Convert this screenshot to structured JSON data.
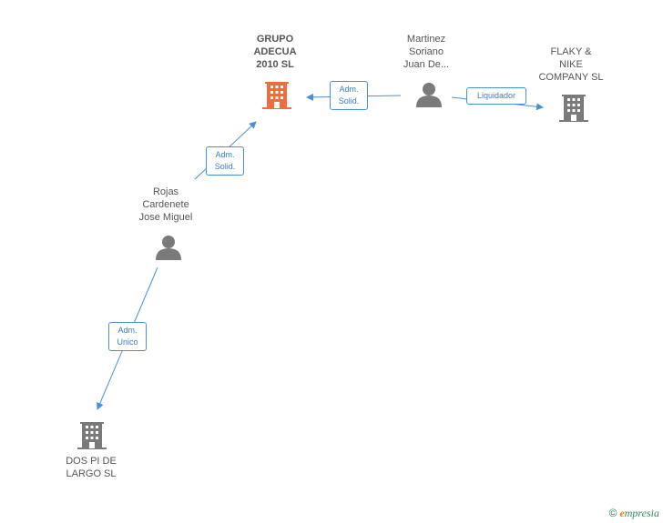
{
  "nodes": {
    "grupo_adecua": {
      "label": "GRUPO\nADECUA\n2010 SL",
      "kind": "company"
    },
    "martinez": {
      "label": "Martinez\nSoriano\nJuan De...",
      "kind": "person"
    },
    "flaky": {
      "label": "FLAKY &\nNIKE\nCOMPANY SL",
      "kind": "company"
    },
    "rojas": {
      "label": "Rojas\nCardenete\nJose Miguel",
      "kind": "person"
    },
    "dos_pi": {
      "label": "DOS PI DE\nLARGO SL",
      "kind": "company"
    }
  },
  "edges": {
    "martinez_grupo": {
      "label": "Adm.\nSolid."
    },
    "martinez_flaky": {
      "label": "Liquidador"
    },
    "rojas_grupo": {
      "label": "Adm.\nSolid."
    },
    "rojas_dospi": {
      "label": "Adm.\nUnico"
    }
  },
  "colors": {
    "focus_company": "#f26b3a",
    "company": "#7a7a7a",
    "person": "#7a7a7a",
    "edge": "#4a90d9"
  },
  "footer": {
    "copyright": "©",
    "brand_initial": "e",
    "brand_rest": "mpresia"
  }
}
